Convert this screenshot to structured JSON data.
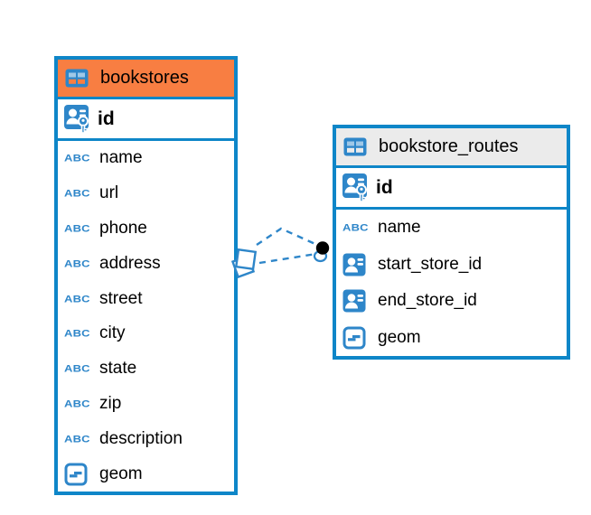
{
  "colors": {
    "accent": "#2E86C9",
    "table_border": "#0E86C8",
    "header_orange": "#F87E42",
    "header_gray": "#EBEBEB",
    "text": "#000000",
    "relation_line": "#2E86C9",
    "relation_dot": "#000000"
  },
  "icons": {
    "text_type_label": "ABC"
  },
  "tables": [
    {
      "name": "bookstores",
      "header_color": "#F87E42",
      "columns": [
        {
          "name": "id",
          "icon": "primary-key-icon"
        },
        {
          "name": "name",
          "icon": "text-icon"
        },
        {
          "name": "url",
          "icon": "text-icon"
        },
        {
          "name": "phone",
          "icon": "text-icon"
        },
        {
          "name": "address",
          "icon": "text-icon"
        },
        {
          "name": "street",
          "icon": "text-icon"
        },
        {
          "name": "city",
          "icon": "text-icon"
        },
        {
          "name": "state",
          "icon": "text-icon"
        },
        {
          "name": "zip",
          "icon": "text-icon"
        },
        {
          "name": "description",
          "icon": "text-icon"
        },
        {
          "name": "geom",
          "icon": "geometry-icon"
        }
      ]
    },
    {
      "name": "bookstore_routes",
      "header_color": "#EBEBEB",
      "columns": [
        {
          "name": "id",
          "icon": "primary-key-icon"
        },
        {
          "name": "name",
          "icon": "text-icon"
        },
        {
          "name": "start_store_id",
          "icon": "foreign-key-icon"
        },
        {
          "name": "end_store_id",
          "icon": "foreign-key-icon"
        },
        {
          "name": "geom",
          "icon": "geometry-icon"
        }
      ]
    }
  ],
  "relation": {
    "from_table": "bookstores",
    "to_table": "bookstore_routes",
    "line_style": "dashed"
  }
}
